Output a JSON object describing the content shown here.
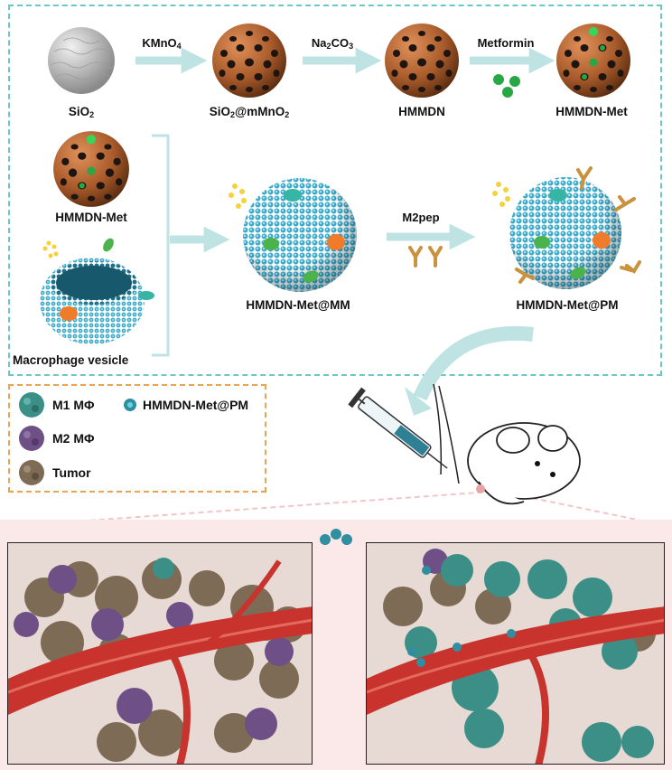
{
  "synthesis": {
    "step1_reagent": "KMnO",
    "step1_reagent_sub": "4",
    "step2_reagent": "Na",
    "step2_reagent_sub1": "2",
    "step2_reagent_mid": "CO",
    "step2_reagent_sub2": "3",
    "step3_reagent": "Metformin",
    "label_sio2": "SiO",
    "label_sio2_sub": "2",
    "label_mmno2_a": "SiO",
    "label_mmno2_sub1": "2",
    "label_mmno2_b": "@mMnO",
    "label_mmno2_sub2": "2",
    "label_hmmdn": "HMMDN",
    "label_hmmdn_met": "HMMDN-Met"
  },
  "coating": {
    "label_hmmdn_met": "HMMDN-Met",
    "label_vesicle": "Macrophage vesicle",
    "label_mm": "HMMDN-Met@MM",
    "reagent_m2pep": "M2pep",
    "label_pm": "HMMDN-Met@PM"
  },
  "legend": {
    "m1": "M1 MΦ",
    "m2": "M2 MΦ",
    "tumor": "Tumor",
    "particle": "HMMDN-Met@PM"
  },
  "colors": {
    "frame_border": "#6cc7c8",
    "legend_border": "#eaa352",
    "arrow": "#bfe3e3",
    "membrane": "#3fa9c9",
    "mno2_shell": "#a85a2a",
    "m1_cell": "#3b8f86",
    "m2_cell": "#6e4f86",
    "tumor_cell": "#7e6b55",
    "vessel": "#c8332d",
    "metformin": "#27a844"
  }
}
